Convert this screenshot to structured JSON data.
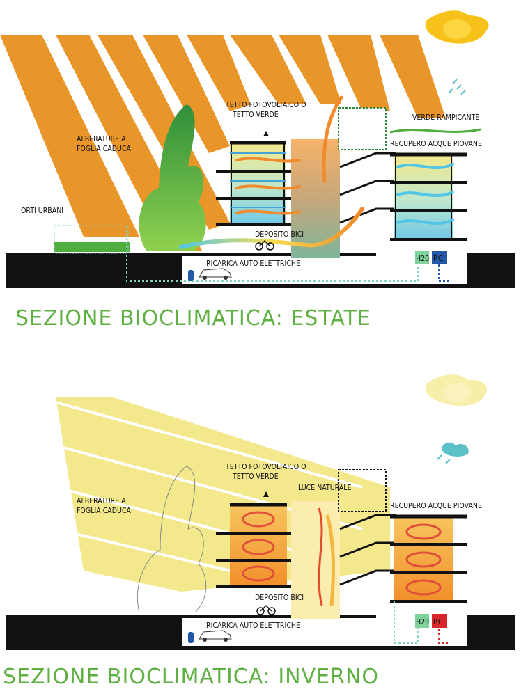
{
  "summer": {
    "title": "SEZIONE BIOCLIMATICA: ESTATE",
    "labels": {
      "roof_1": "TETTO FOTOVOLTAICO O",
      "roof_2": "TETTO VERDE",
      "trees_1": "ALBERATURE A",
      "trees_2": "FOGLIA CADUCA",
      "gardens": "ORTI URBANI",
      "climbing_green": "VERDE RAMPICANTE",
      "rainwater": "RECUPERO ACQUE PIOVANE",
      "bike_storage": "DEPOSITO BICI",
      "ev_charging": "RICARICA AUTO ELETTRICHE",
      "water_tank": "H20",
      "heat_pump": "P.C"
    },
    "colors": {
      "rays": "#e8962a",
      "sun": "#f6c21a",
      "heat_pump": "#2457a8",
      "water_tank": "#7fd39a"
    }
  },
  "winter": {
    "title": "SEZIONE BIOCLIMATICA: INVERNO",
    "labels": {
      "roof_1": "TETTO FOTOVOLTAICO O",
      "roof_2": "TETTO VERDE",
      "trees_1": "ALBERATURE A",
      "trees_2": "FOGLIA CADUCA",
      "natural_light": "LUCE NATURALE",
      "rainwater": "RECUPERO ACQUE PIOVANE",
      "bike_storage": "DEPOSITO BICI",
      "ev_charging": "RICARICA AUTO ELETTRICHE",
      "water_tank": "H20",
      "heat_pump": "P.C"
    },
    "colors": {
      "rays": "#f3e98c",
      "sun": "#f7eeaa",
      "heat_pump": "#d8262a",
      "water_tank": "#7fd39a"
    }
  },
  "icons": [
    "sun-icon",
    "rain-cloud-icon",
    "warning-icon",
    "bicycle-icon",
    "car-icon",
    "plant-icon"
  ]
}
